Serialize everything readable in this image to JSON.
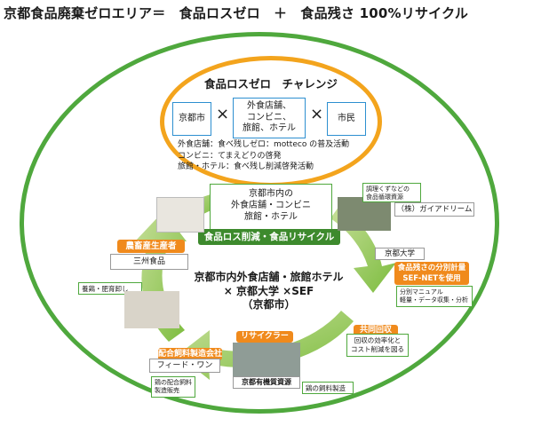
{
  "title": "京都食品廃棄ゼロエリア＝　食品ロスゼロ　＋　食品残さ 100%リサイクル",
  "challenge": {
    "title": "食品ロスゼロ　チャレンジ",
    "box_city": "京都市",
    "box_shops_lines": [
      "外食店舗、",
      "コンビニ、",
      "旅館、ホテル"
    ],
    "box_citizens": "市民",
    "times": "×",
    "activities": [
      "外食店舗：食べ残しゼロ：motteco の普及活動",
      "コンビニ：てまえどりの啓発",
      "旅館・ホテル：食べ残し削減啓発活動"
    ]
  },
  "kyoto_box_lines": [
    "京都市内の",
    "外食店舗・コンビニ",
    "旅館・ホテル"
  ],
  "green_label": "食品ロス削減・食品リサイクル",
  "center_lines": [
    "京都市内外食店舗・旅館ホテル",
    "× 京都大学 ×SEF",
    "（京都市）"
  ],
  "nodes": {
    "farmer_tag": "農畜産生産者",
    "farmer_name": "三州食品",
    "farmer_note": "養鶏・肥育卸し",
    "feed_tag": "配合飼料製造会社",
    "feed_name": "フィード・ワン",
    "feed_note_lines": [
      "鶏の配合飼料",
      "製造販売"
    ],
    "recycler_tag": "リサイクラー",
    "recycler_name": "京都有機質資源",
    "recycler_note": "鶏の飼料製造",
    "joint_tag": "共同回収",
    "joint_note_lines": [
      "回収の効率化と",
      "コスト削減を図る"
    ],
    "kyodai": "京都大学",
    "sef_tag_lines": [
      "食品残さの分別計量",
      "SEF-NETを使用"
    ],
    "sef_note_lines": [
      "分別マニュアル",
      "軽量・データ収集・分析"
    ],
    "gaia_note_lines": [
      "調理くずなどの",
      "食品循環資源"
    ],
    "gaia_name": "（株）ガイアドリーム"
  },
  "colors": {
    "green": "#4fa83d",
    "orange": "#f3a41d",
    "blue": "#2d8fd0"
  }
}
